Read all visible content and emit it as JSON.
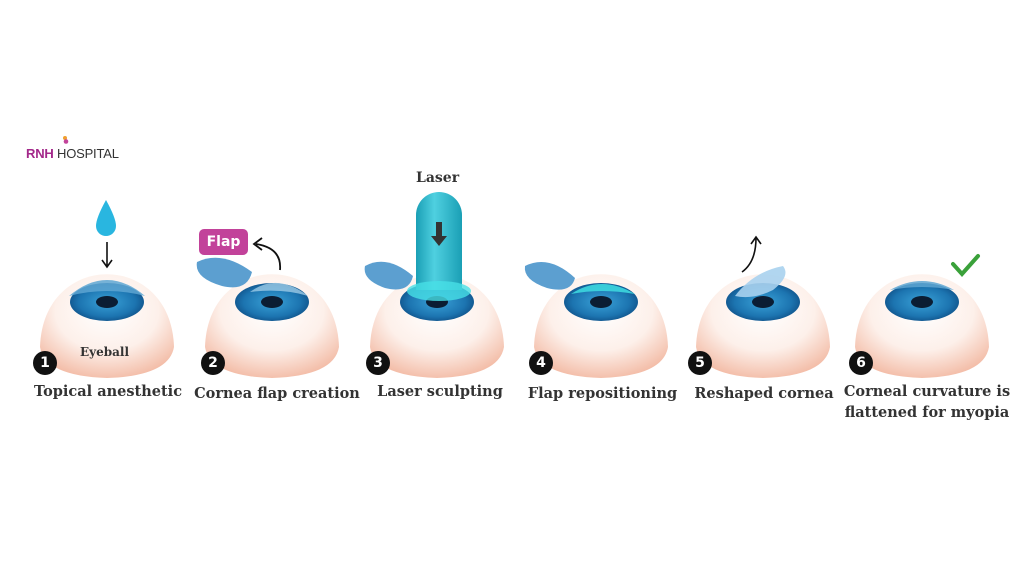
{
  "logo": {
    "brand": "RNH",
    "name": "HOSPITAL"
  },
  "callouts": {
    "eyeball": "Eyeball",
    "flap": "Flap",
    "laser": "Laser"
  },
  "steps": [
    {
      "number": "1",
      "label": "Topical anesthetic"
    },
    {
      "number": "2",
      "label": "Cornea flap creation"
    },
    {
      "number": "3",
      "label": "Laser sculpting"
    },
    {
      "number": "4",
      "label": "Flap repositioning"
    },
    {
      "number": "5",
      "label": "Reshaped cornea"
    },
    {
      "number": "6",
      "label": "Corneal curvature is",
      "label2": "flattened for myopia"
    }
  ],
  "colors": {
    "brand": "#a3288a",
    "flap_tag": "#c2429a",
    "iris": "#1f79b5",
    "laser": "#2bb5c8",
    "check": "#3aa13a"
  }
}
